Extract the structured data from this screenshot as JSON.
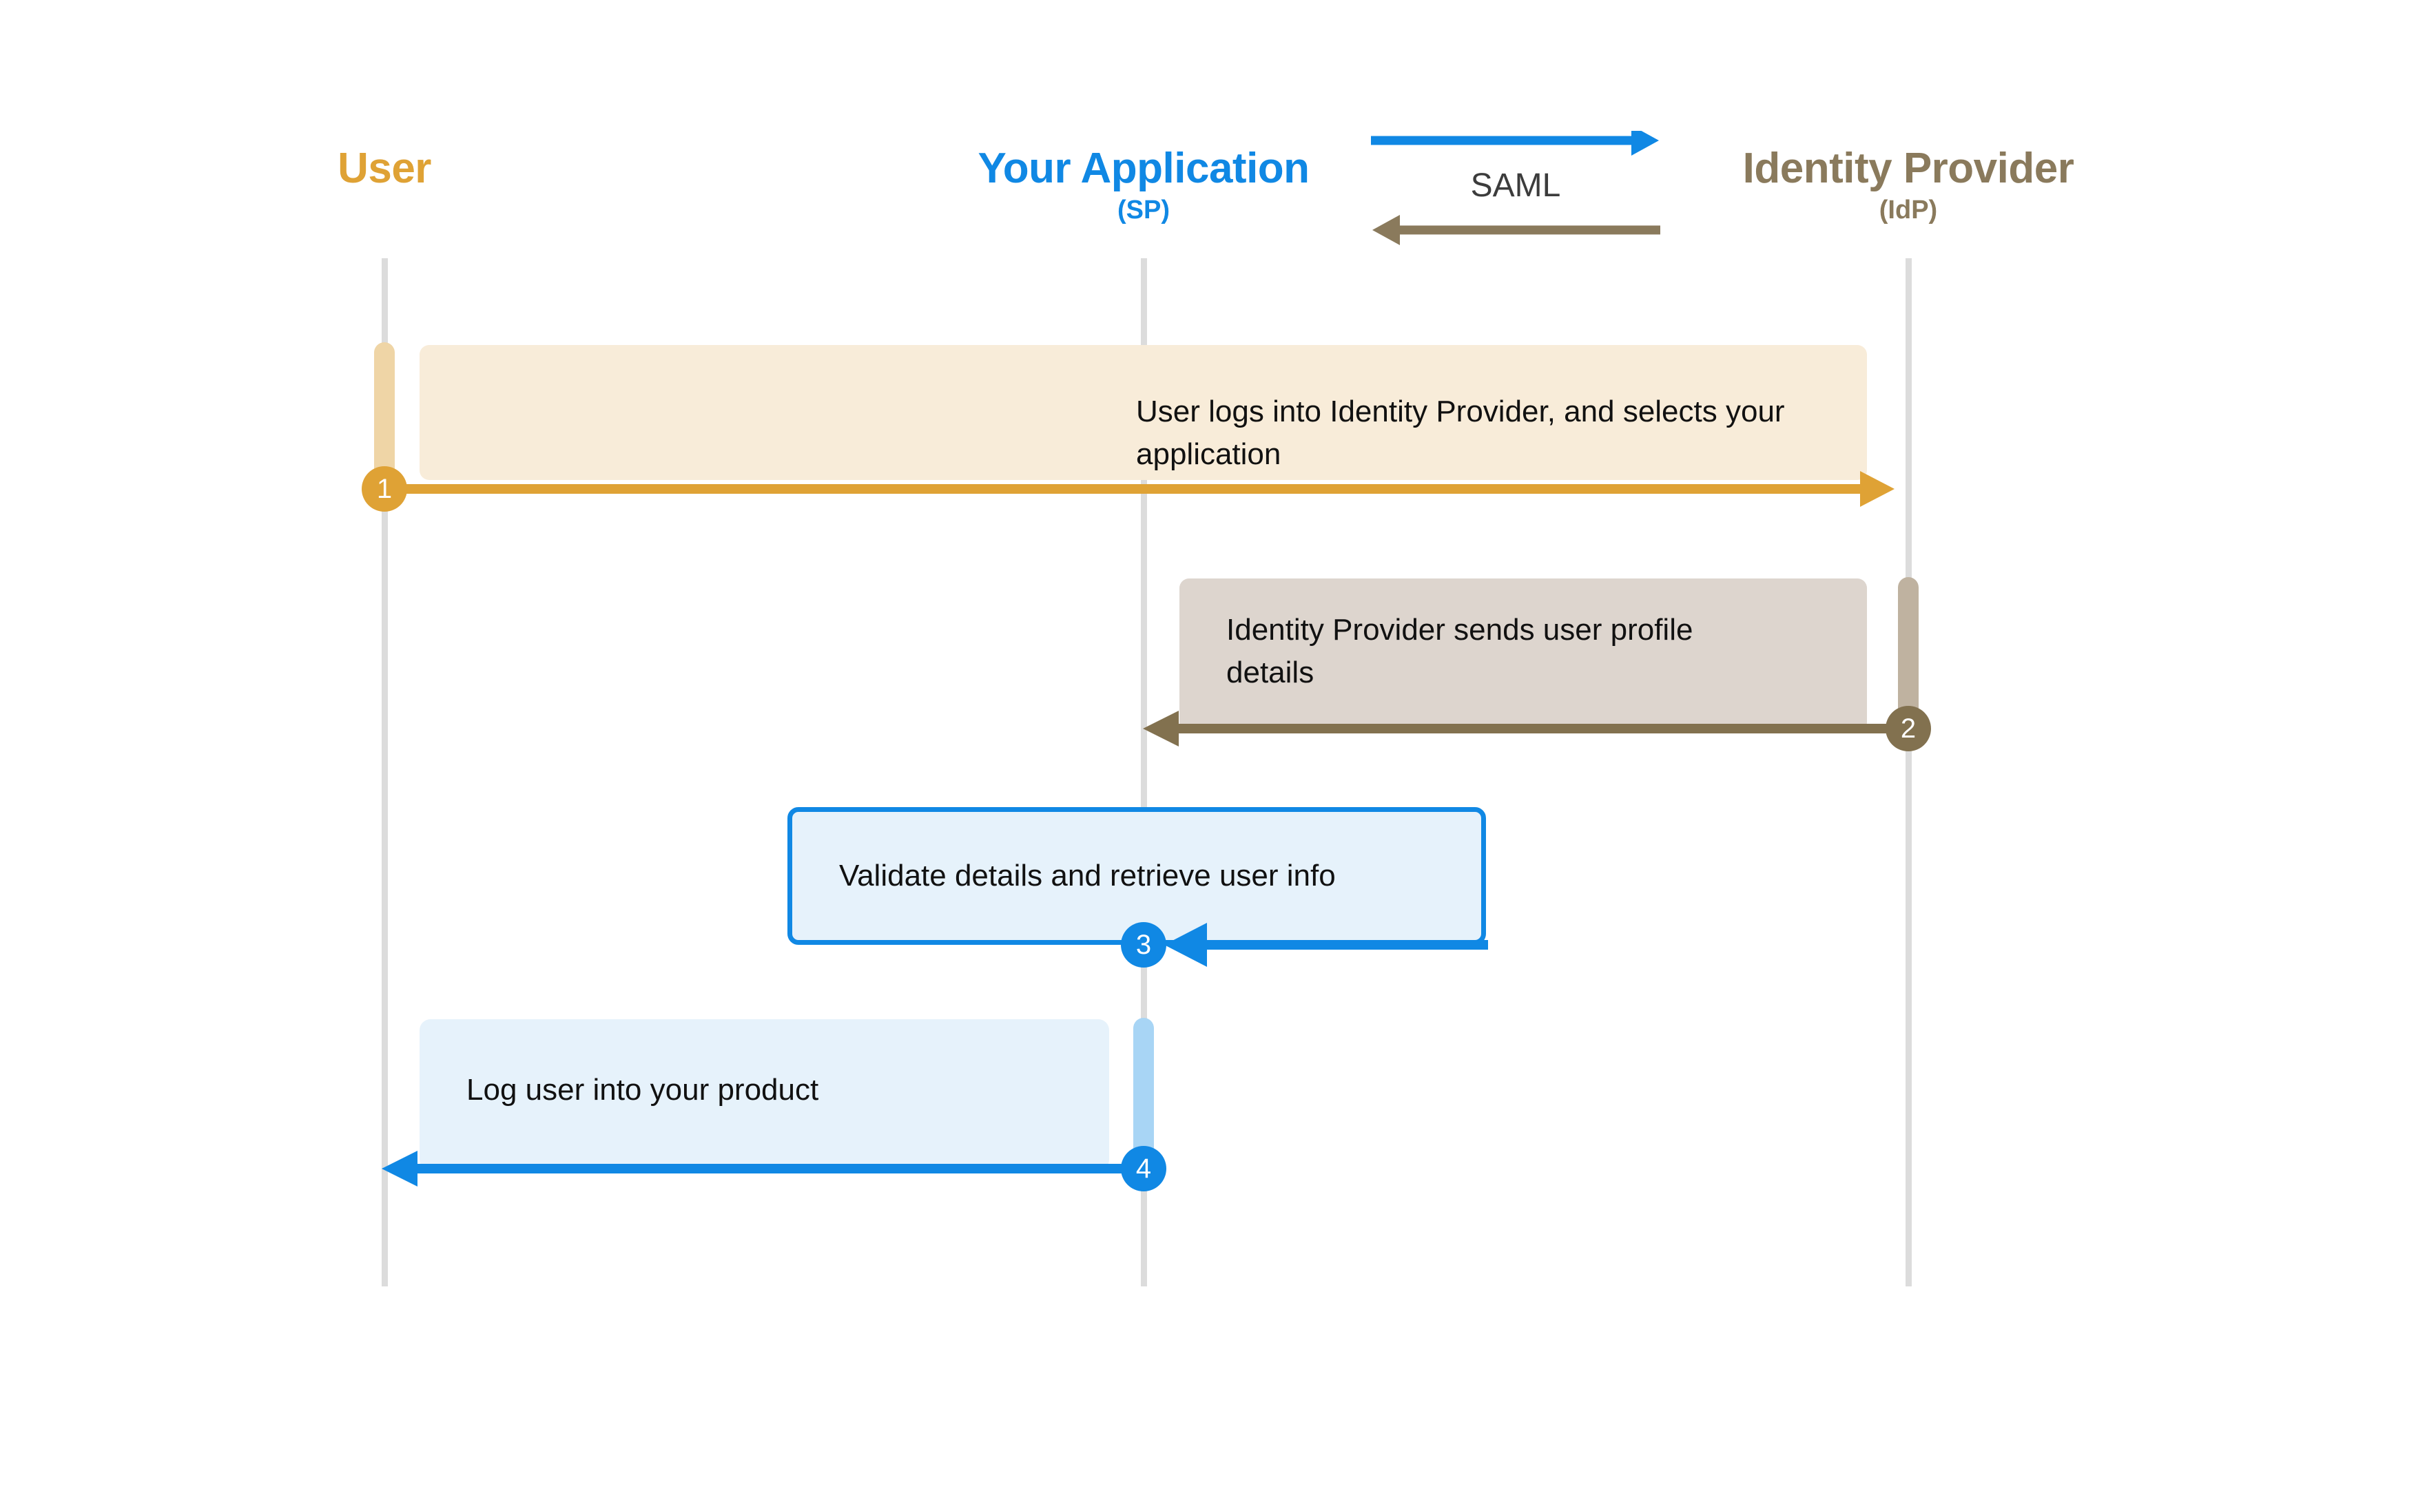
{
  "diagram": {
    "title_visible": false,
    "type": "sequence-diagram",
    "protocol_label": "SAML"
  },
  "colors": {
    "user": "#dfa235",
    "user_band": "#f8ecd9",
    "user_activation": "#efd5a6",
    "app": "#1088e4",
    "app_band": "#e6f2fb",
    "app_activation": "#a8d5f5",
    "idp": "#8a7a5c",
    "idp_band": "#ddd5ce",
    "idp_activation": "#bfb2a0",
    "idp_circle": "#82714f",
    "lifeline": "#dcdcdc",
    "text": "#111111",
    "legend_text": "#3c3c3c"
  },
  "actors": [
    {
      "id": "user",
      "title": "User",
      "subtitle": ""
    },
    {
      "id": "app",
      "title": "Your Application",
      "subtitle": "(SP)"
    },
    {
      "id": "idp",
      "title": "Identity Provider",
      "subtitle": "(IdP)"
    }
  ],
  "legend": {
    "label": "SAML",
    "arrow_forward_direction": "right",
    "arrow_forward_color": "#1088e4",
    "arrow_back_direction": "left",
    "arrow_back_color": "#8a7a5c"
  },
  "steps": [
    {
      "number": "1",
      "text": "User logs into Identity Provider, and selects your application",
      "from": "user",
      "to": "idp",
      "direction": "right",
      "color": "#dfa235"
    },
    {
      "number": "2",
      "text": "Identity Provider sends user profile\ndetails",
      "from": "idp",
      "to": "app",
      "direction": "left",
      "color": "#82714f"
    },
    {
      "number": "3",
      "text": "Validate details and retrieve user info",
      "from": "app",
      "to": "app",
      "direction": "self",
      "color": "#1088e4"
    },
    {
      "number": "4",
      "text": "Log user into your product",
      "from": "app",
      "to": "user",
      "direction": "left",
      "color": "#1088e4"
    }
  ]
}
